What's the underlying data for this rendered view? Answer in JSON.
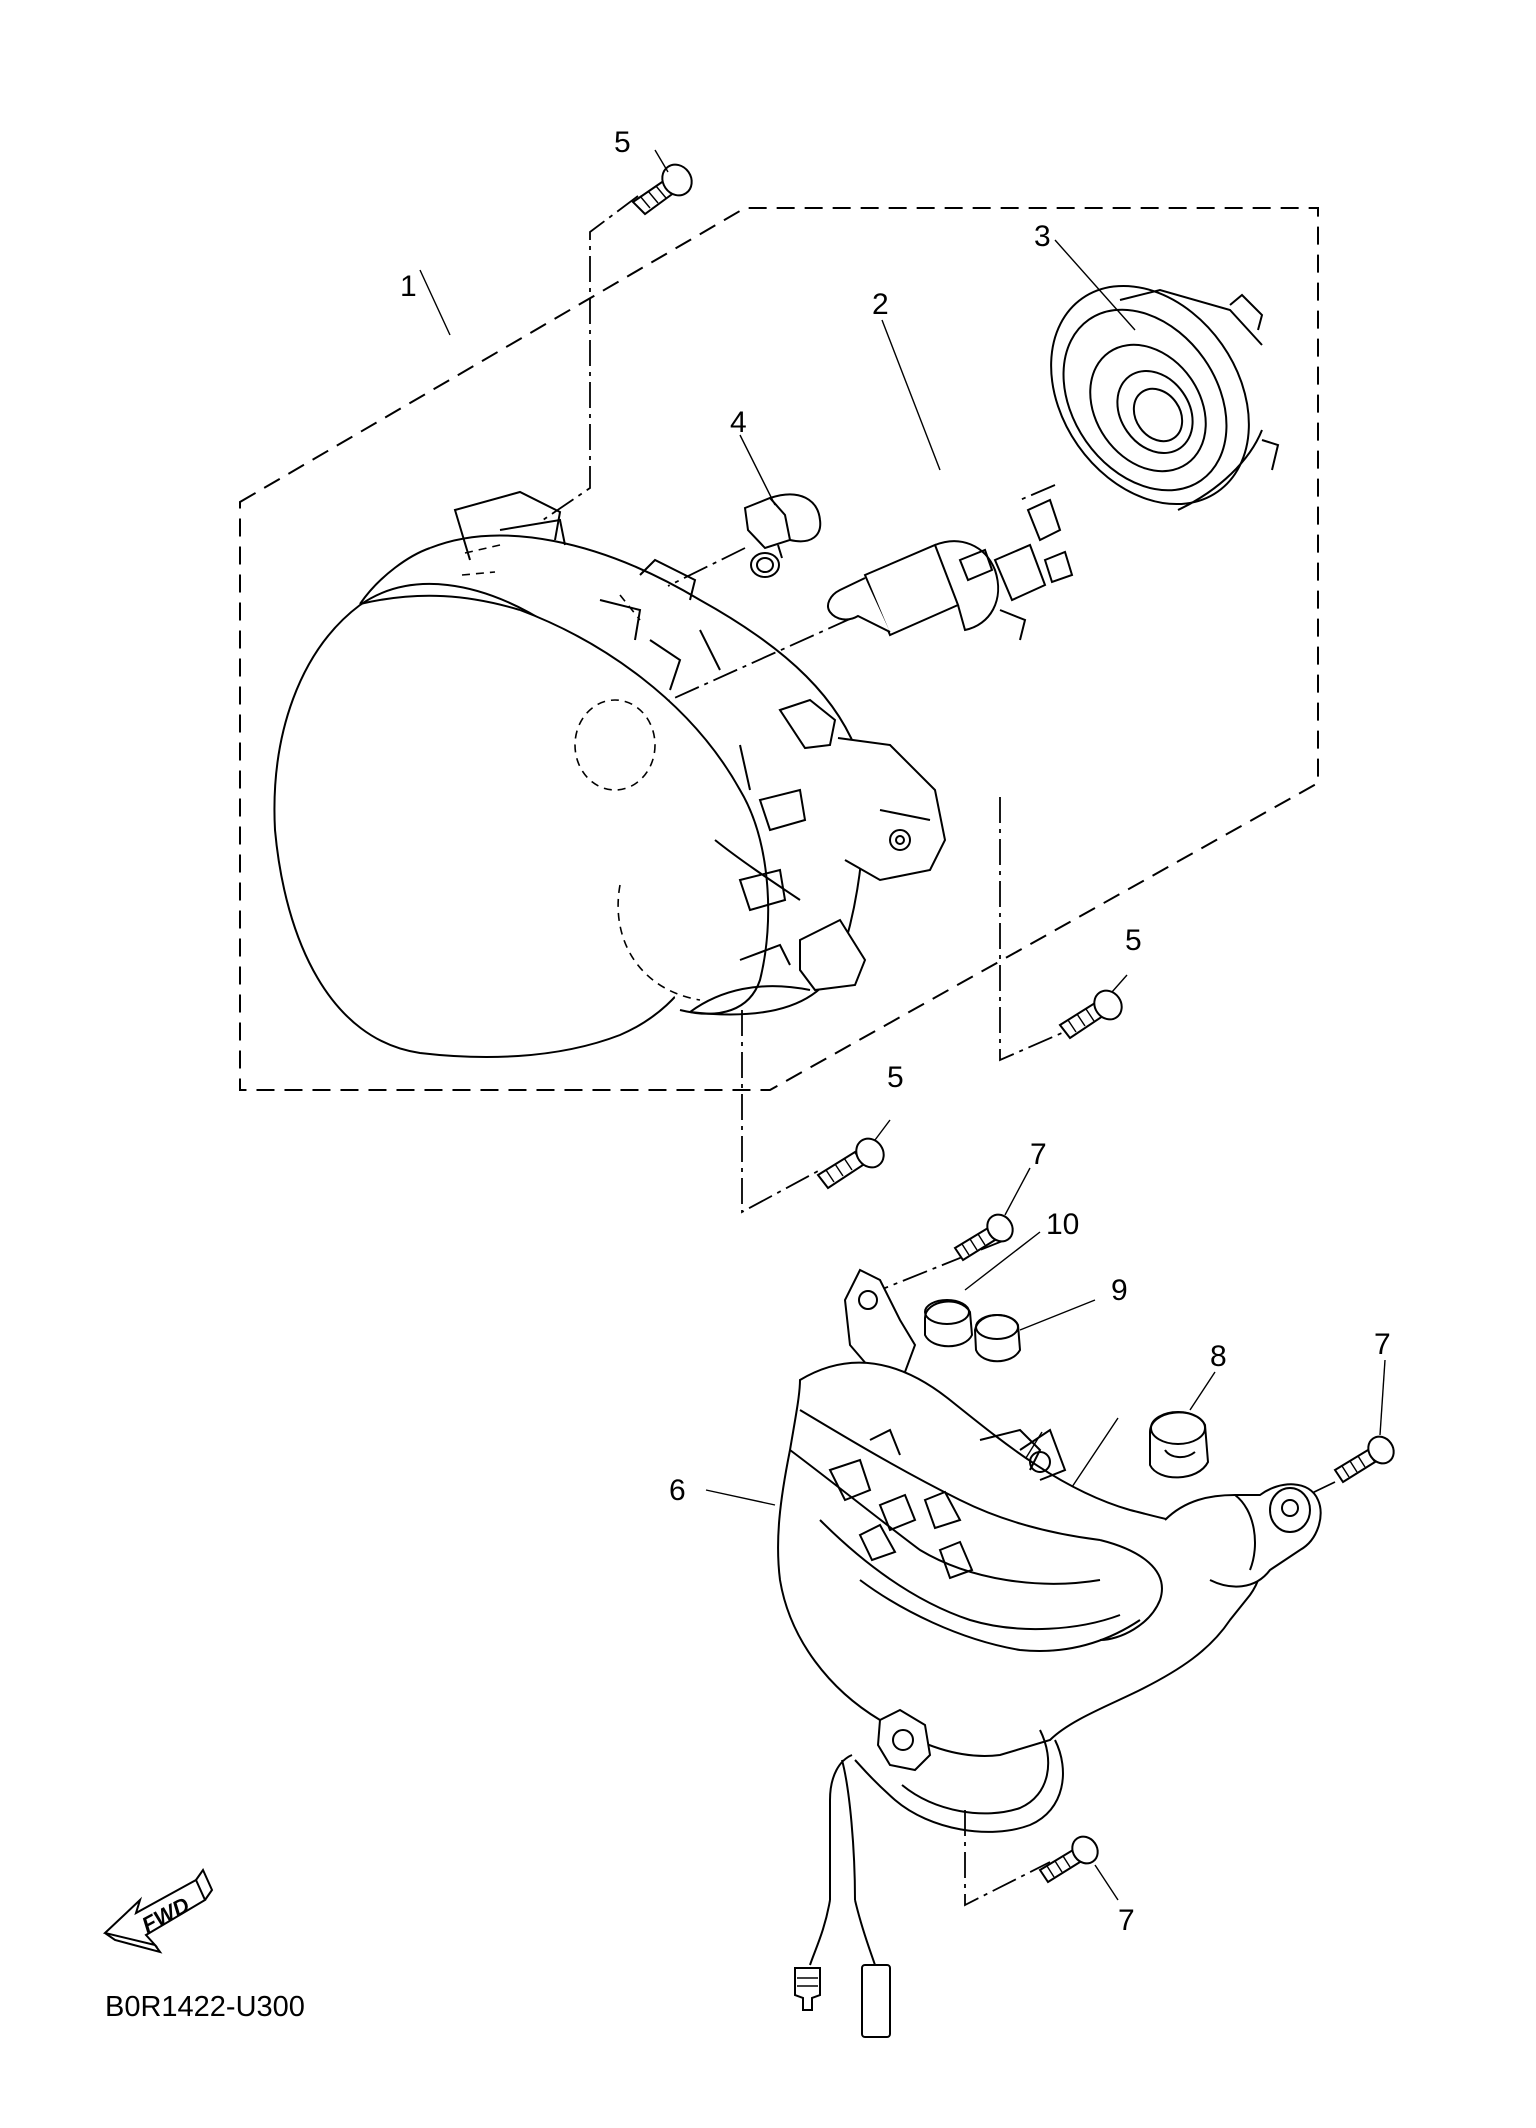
{
  "diagram_code": "B0R1422-U300",
  "fwd_label": "FWD",
  "callouts": {
    "c1": "1",
    "c2": "2",
    "c3": "3",
    "c4": "4",
    "c5a": "5",
    "c5b": "5",
    "c5c": "5",
    "c6": "6",
    "c7a": "7",
    "c7b": "7",
    "c7c": "7",
    "c8": "8",
    "c9": "9",
    "c10": "10"
  },
  "icons": {
    "fwd": "fwd-arrow-icon",
    "screw": "screw-icon",
    "grommet": "grommet-icon"
  }
}
